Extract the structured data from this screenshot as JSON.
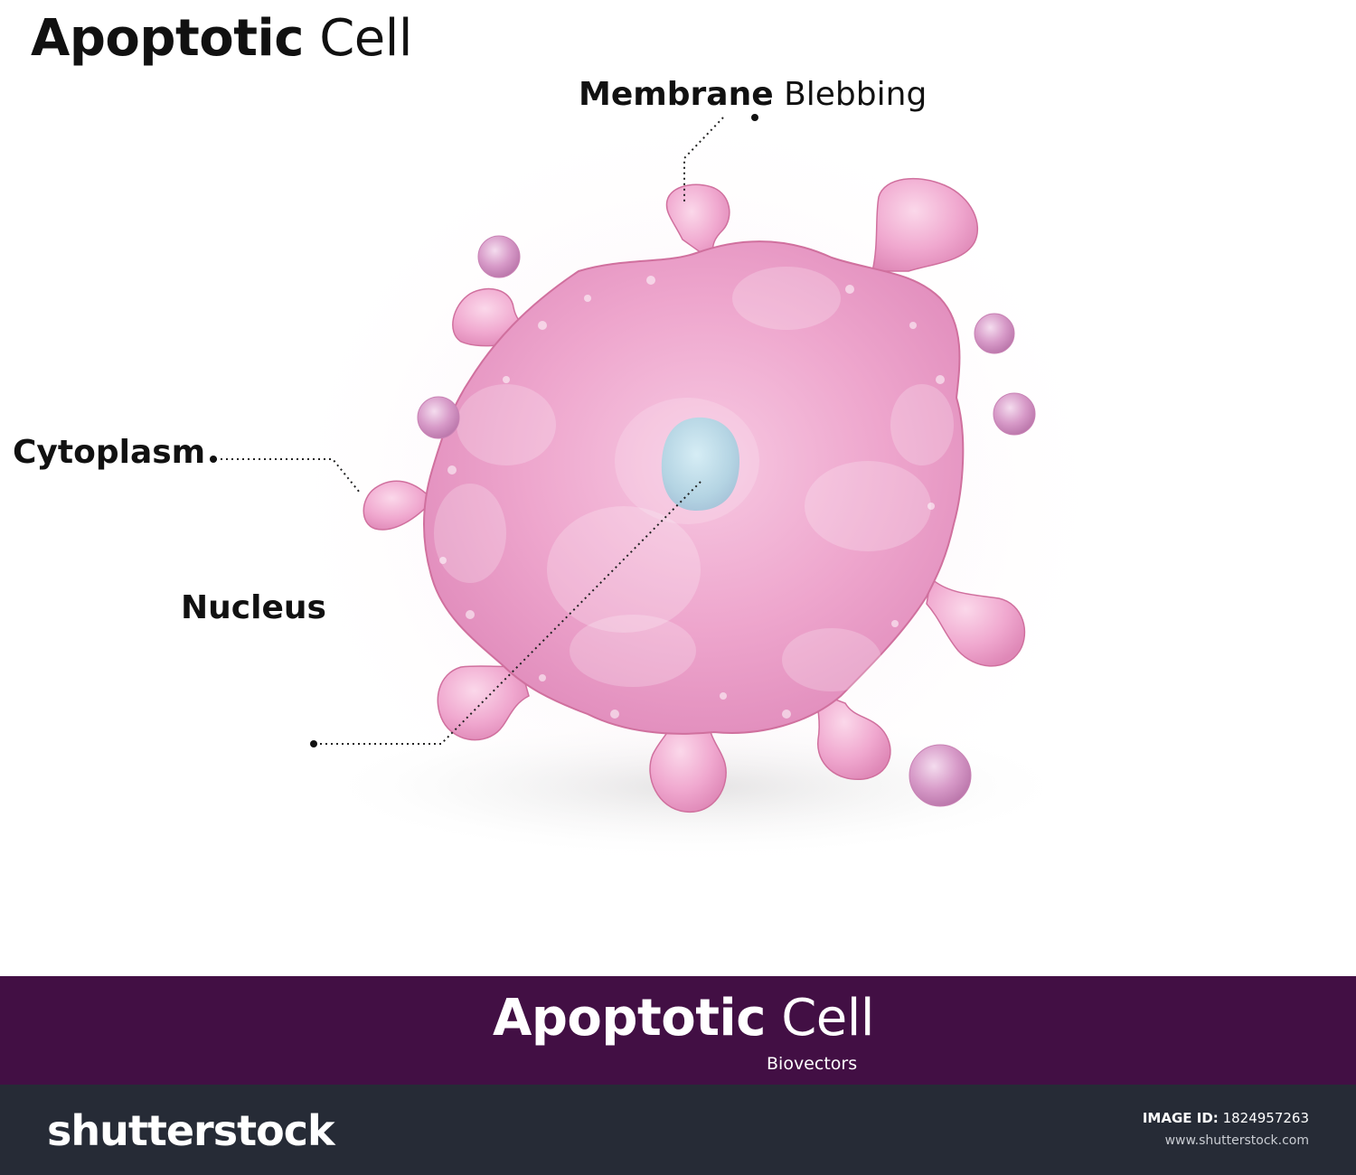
{
  "title": {
    "bold": "Apoptotic",
    "light": "Cell"
  },
  "labels": {
    "membrane_bold": "Membrane",
    "membrane_light": "Blebbing",
    "cytoplasm": "Cytoplasm",
    "nucleus": "Nucleus"
  },
  "banner": {
    "title_bold": "Apoptotic",
    "title_light": "Cell",
    "subtitle": "Biovectors",
    "color": "#420f44"
  },
  "footer": {
    "logo": "shutterstock",
    "image_id_label": "IMAGE ID:",
    "image_id": "1824957263",
    "url": "www.shutterstock.com",
    "color": "#262b36"
  },
  "colors": {
    "cell_fill": "#f0a8cf",
    "cell_edge": "#d0709e",
    "nucleus_fill": "#b9d8e6"
  }
}
